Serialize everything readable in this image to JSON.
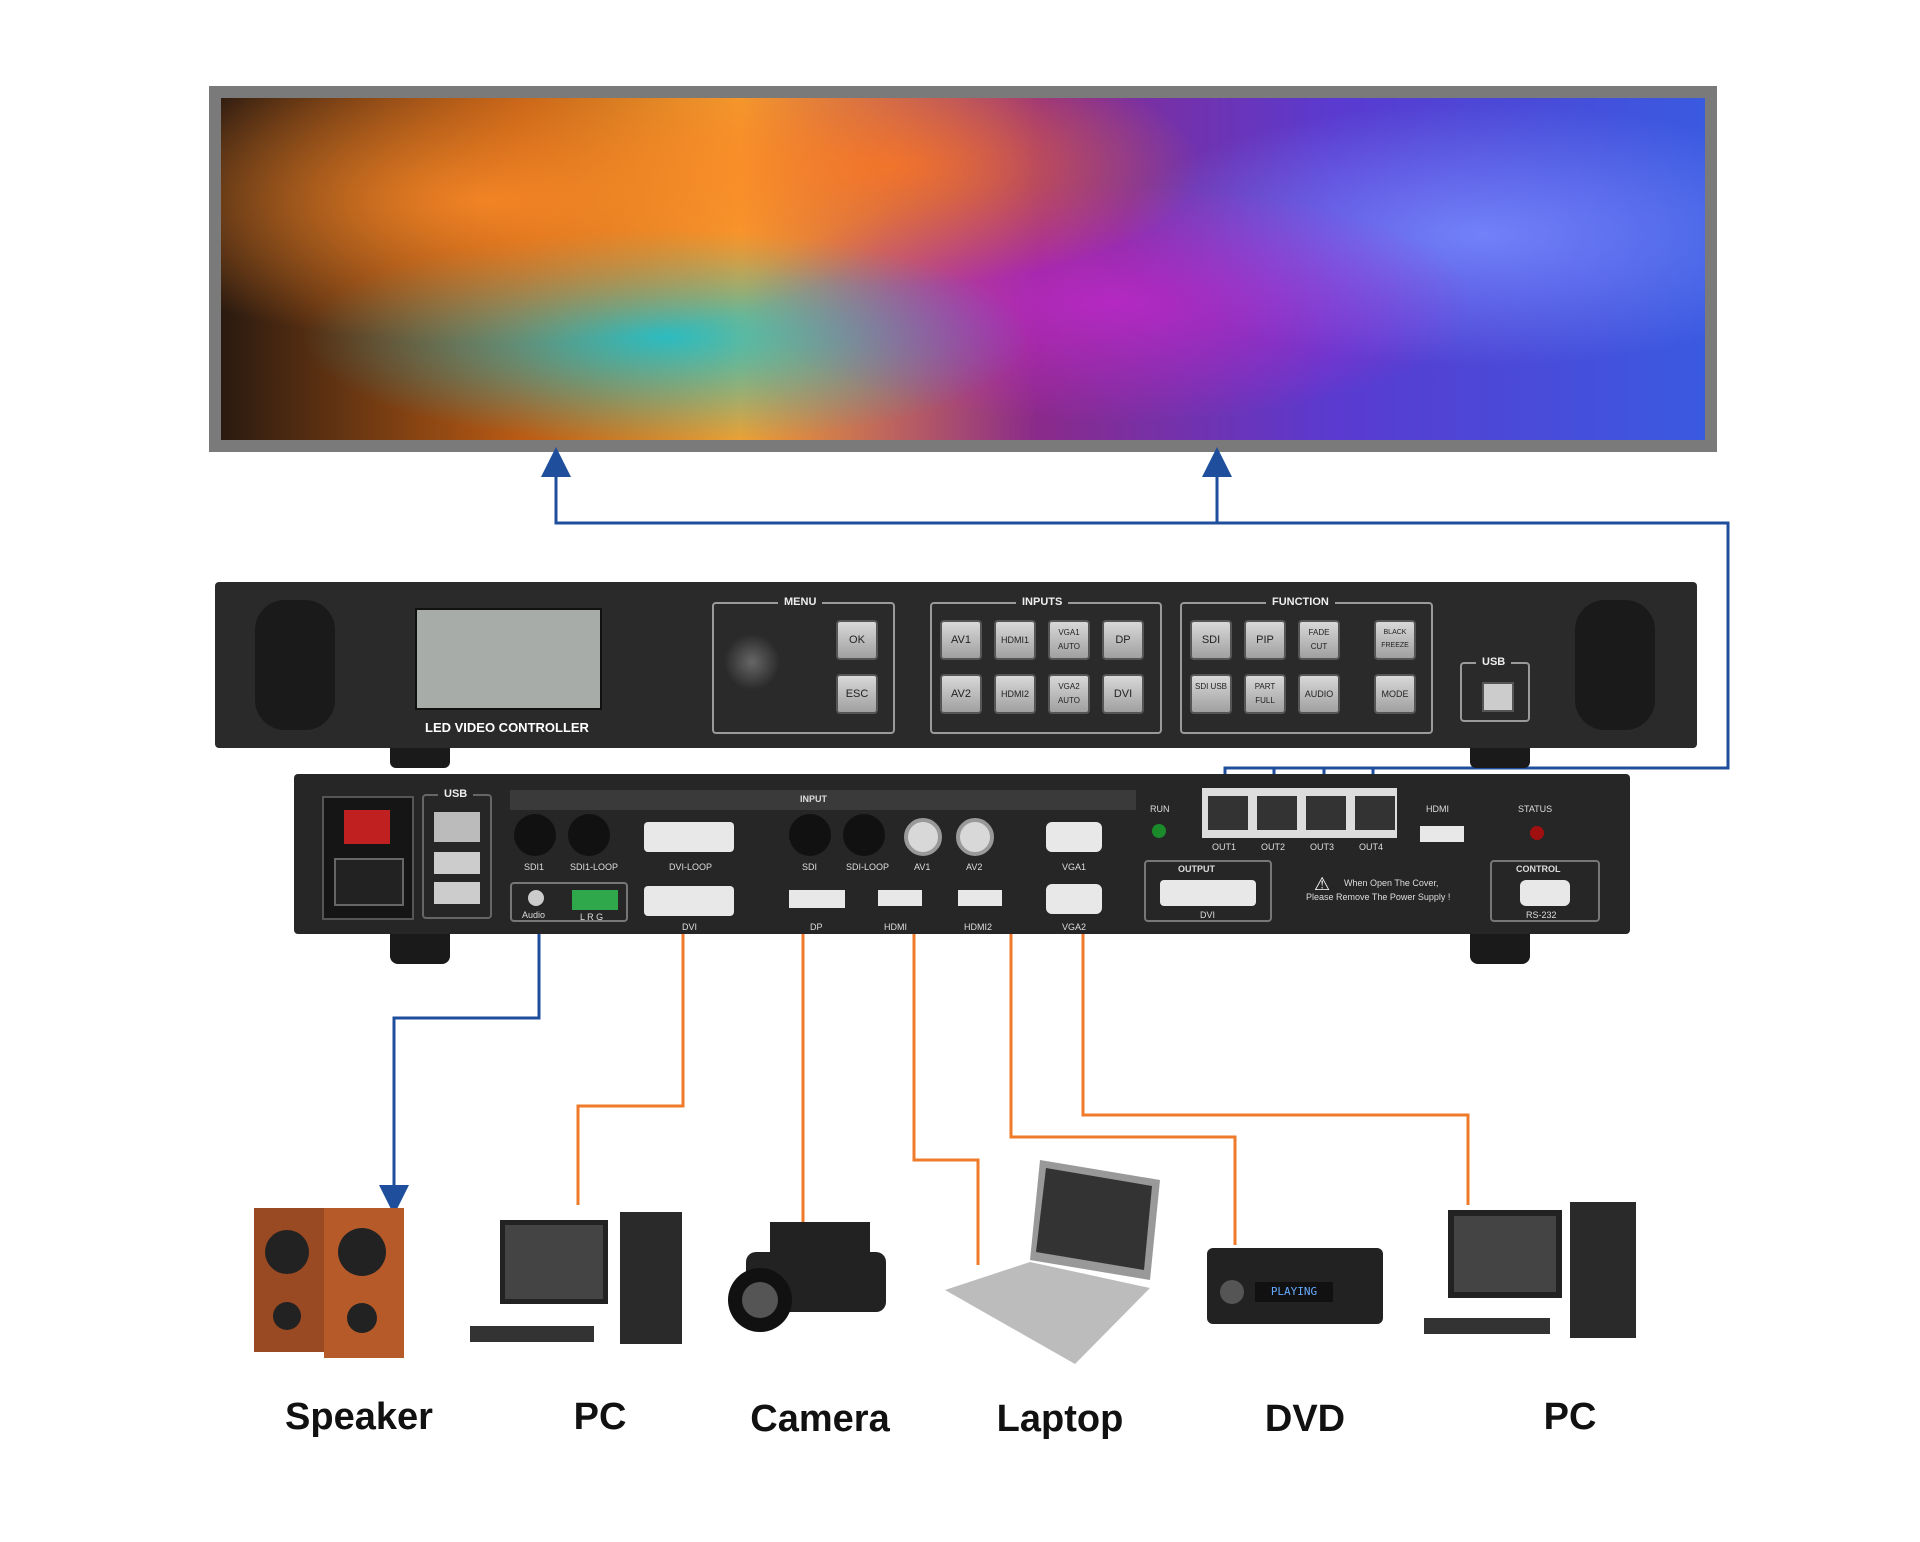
{
  "front_panel": {
    "title": "LED VIDEO CONTROLLER",
    "menu_label": "MENU",
    "inputs_label": "INPUTS",
    "function_label": "FUNCTION",
    "usb_label": "USB",
    "menu_buttons": [
      "OK",
      "ESC"
    ],
    "input_buttons": [
      "AV1",
      "HDMI1",
      "VGA1 AUTO",
      "DP",
      "AV2",
      "HDMI2",
      "VGA2 AUTO",
      "DVI"
    ],
    "function_buttons": [
      "SDI",
      "PIP",
      "FADE CUT",
      "BLACK FREEZE",
      "SDI USB",
      "PART FULL",
      "AUDIO",
      "MODE"
    ]
  },
  "rear_panel": {
    "usb_label": "USB",
    "input_label": "INPUT",
    "output_label": "OUTPUT",
    "control_label": "CONTROL",
    "ports_top": [
      "SDI1",
      "SDI1-LOOP",
      "DVI-LOOP",
      "SDI",
      "SDI-LOOP",
      "AV1",
      "AV2",
      "VGA1"
    ],
    "ports_bottom": [
      "Audio",
      "L R G",
      "DVI",
      "DP",
      "HDMI",
      "HDMI2",
      "VGA2"
    ],
    "outputs": [
      "OUT1",
      "OUT2",
      "OUT3",
      "OUT4"
    ],
    "run_label": "RUN",
    "hdmi_label": "HDMI",
    "status_label": "STATUS",
    "output_dvi": "DVI",
    "rs232": "RS-232",
    "warning_line1": "When Open The Cover,",
    "warning_line2": "Please Remove The Power Supply !"
  },
  "devices": [
    "Speaker",
    "PC",
    "Camera",
    "Laptop",
    "DVD",
    "PC"
  ],
  "dvd_display": "PLAYING",
  "colors": {
    "output_line": "#1f4e9c",
    "input_line": "#ee7a2a",
    "audio_line": "#1f4e9c"
  }
}
